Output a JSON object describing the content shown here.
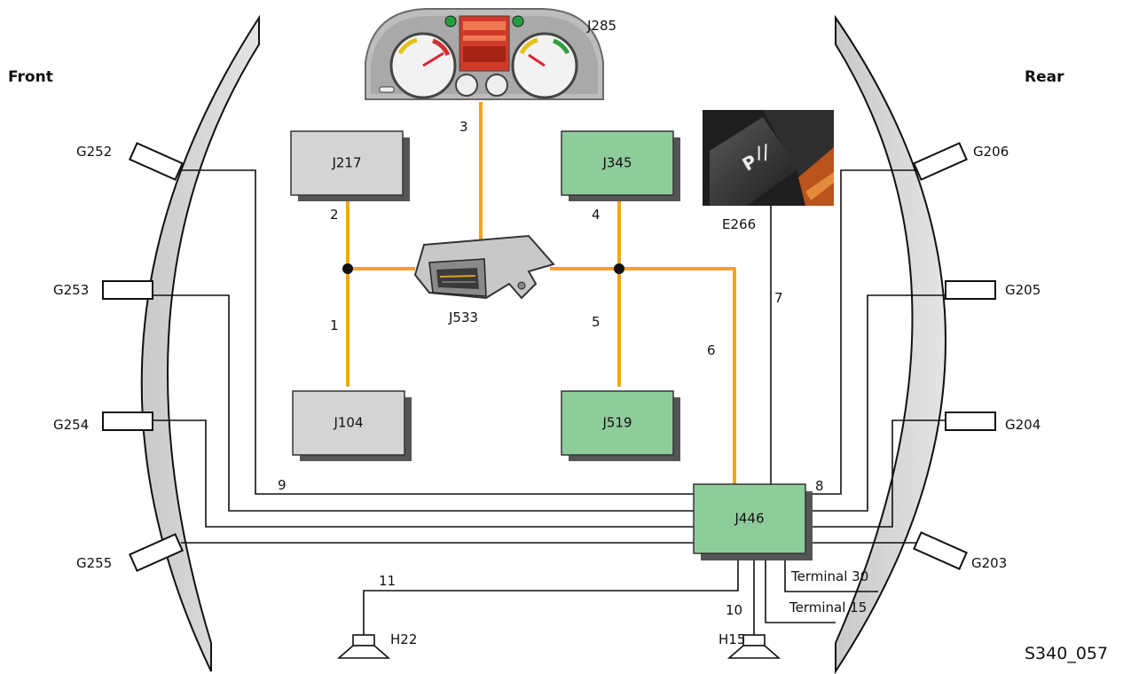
{
  "sides": {
    "front": "Front",
    "rear": "Rear"
  },
  "figure_id": "S340_057",
  "sensors_front": [
    "G252",
    "G253",
    "G254",
    "G255"
  ],
  "sensors_rear": [
    "G206",
    "G205",
    "G204",
    "G203"
  ],
  "units": {
    "j285": "J285",
    "j217": "J217",
    "j345": "J345",
    "j104": "J104",
    "j519": "J519",
    "j533": "J533",
    "j446": "J446",
    "e266": "E266",
    "h22": "H22",
    "h15": "H15"
  },
  "terminals": {
    "t30": "Terminal 30",
    "t15": "Terminal 15"
  },
  "line_numbers": {
    "n1": "1",
    "n2": "2",
    "n3": "3",
    "n4": "4",
    "n5": "5",
    "n6": "6",
    "n7": "7",
    "n8": "8",
    "n9": "9",
    "n10": "10",
    "n11": "11"
  },
  "button_symbol": "P",
  "colors": {
    "bus_line": "#f2a51a",
    "green_unit": "#8fcc9c",
    "grey_unit": "#d4d4d4",
    "bumper": "#d6d6d6"
  }
}
